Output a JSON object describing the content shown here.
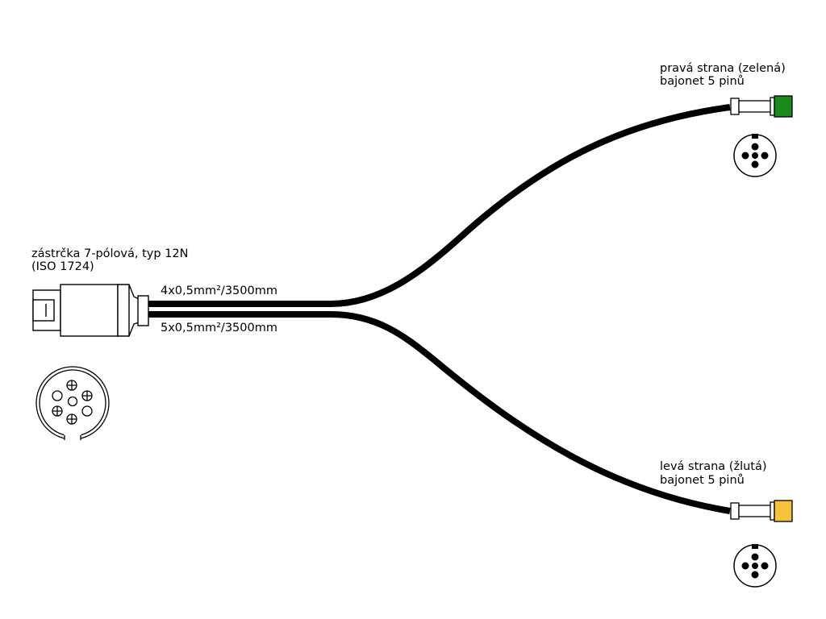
{
  "plug": {
    "label_line1": "zástrčka 7-pólová, typ 12N",
    "label_line2": "(ISO 1724)"
  },
  "cables": {
    "upper_label": "4x0,5mm²/3500mm",
    "lower_label": "5x0,5mm²/3500mm"
  },
  "right_side": {
    "label_line1": "pravá  strana (zelená)",
    "label_line2": "bajonet 5 pinů",
    "color": "#1a8a1a"
  },
  "left_side": {
    "label_line1": "levá  strana (žlutá)",
    "label_line2": "bajonet 5 pinů",
    "color": "#f5c33b"
  }
}
